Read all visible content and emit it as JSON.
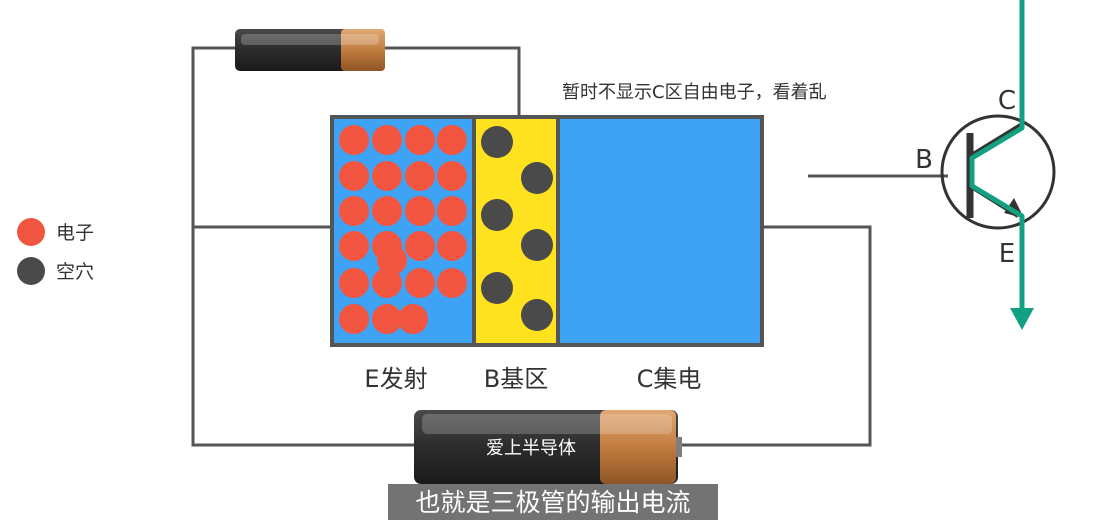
{
  "legend": [
    {
      "label": "电子",
      "color": "#f25540"
    },
    {
      "label": "空穴",
      "color": "#4a4a4a"
    }
  ],
  "note": "暂时不显示C区自由电子，看着乱",
  "regions": {
    "emitter_label": "E发射",
    "base_label": "B基区",
    "collector_label": "C集电"
  },
  "battery_main_label": "爱上半导体",
  "transistor_labels": {
    "b": "B",
    "c": "C",
    "e": "E"
  },
  "subtitle": "也就是三极管的输出电流",
  "colors": {
    "electron": "#f25540",
    "hole": "#4a4a4a",
    "emitter_fill": "#3fa3f5",
    "base_fill": "#ffe21f",
    "collector_fill": "#3fa3f5",
    "wire": "#555555",
    "current_arrow": "#12a083",
    "battery_body": "#2b2b2b",
    "battery_cap": "#c8874a"
  }
}
